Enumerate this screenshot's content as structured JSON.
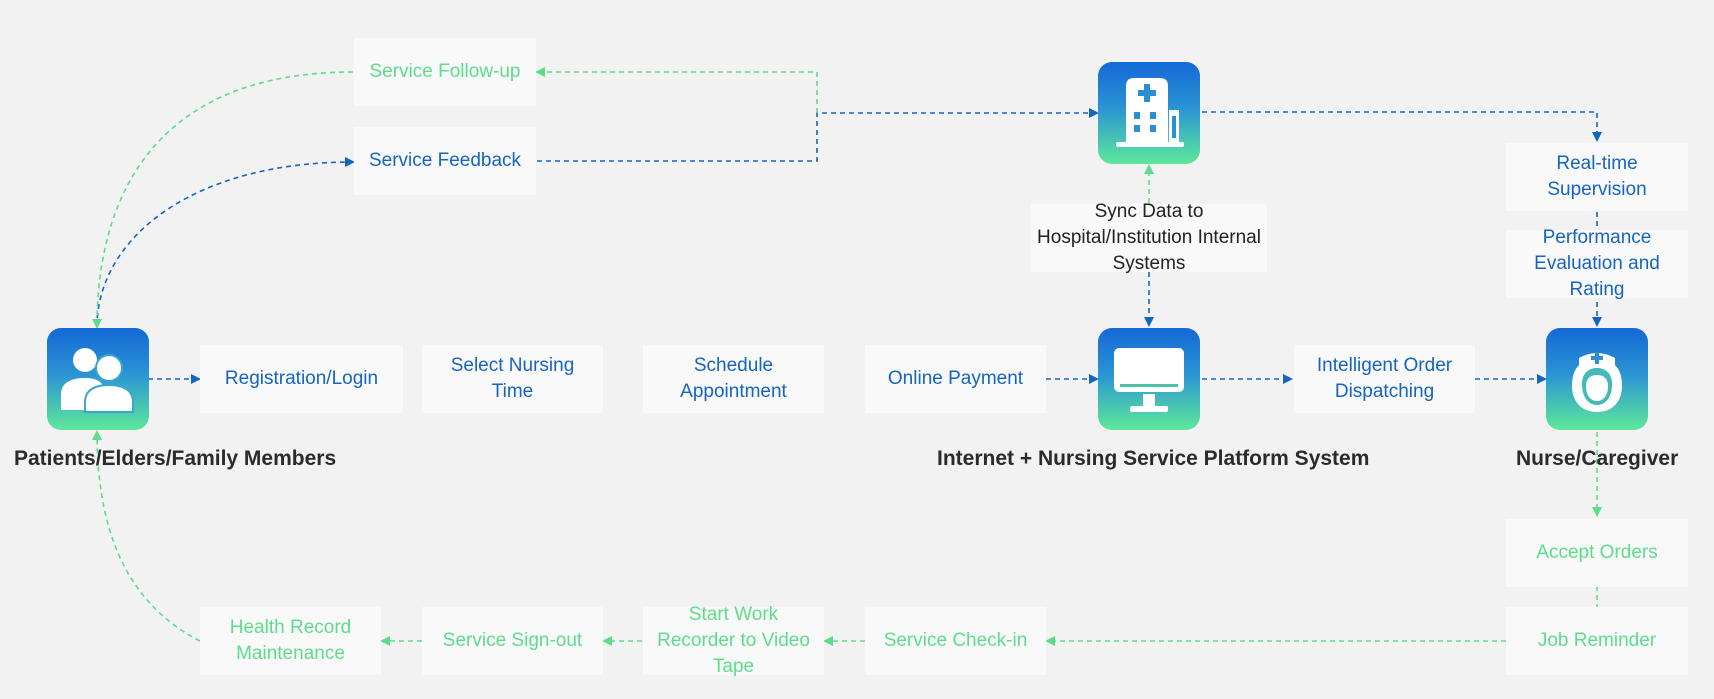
{
  "actors": {
    "patients": "Patients/Elders/Family Members",
    "platform": "Internet + Nursing Service Platform System",
    "nurse": "Nurse/Caregiver"
  },
  "flow_top": {
    "service_followup": "Service Follow-up",
    "service_feedback": "Service Feedback",
    "sync_data": "Sync Data to Hospital/Institution Internal Systems",
    "realtime_supervision": "Real-time Supervision",
    "performance_evaluation": "Performance Evaluation and Rating"
  },
  "flow_middle": {
    "registration": "Registration/Login",
    "select_time": "Select Nursing Time",
    "schedule": "Schedule Appointment",
    "payment": "Online Payment",
    "dispatching": "Intelligent Order Dispatching"
  },
  "flow_bottom": {
    "accept_orders": "Accept Orders",
    "job_reminder": "Job Reminder",
    "check_in": "Service Check-in",
    "start_work": "Start Work Recorder to Video Tape",
    "sign_out": "Service Sign-out",
    "health_record": "Health Record Maintenance"
  },
  "icons": {
    "patients": "people-icon",
    "hospital": "hospital-icon",
    "platform": "computer-monitor-icon",
    "nurse": "nurse-icon"
  },
  "colors": {
    "blue": "#1565c0",
    "green": "#5ddd8c",
    "background": "#f2f2f2"
  }
}
